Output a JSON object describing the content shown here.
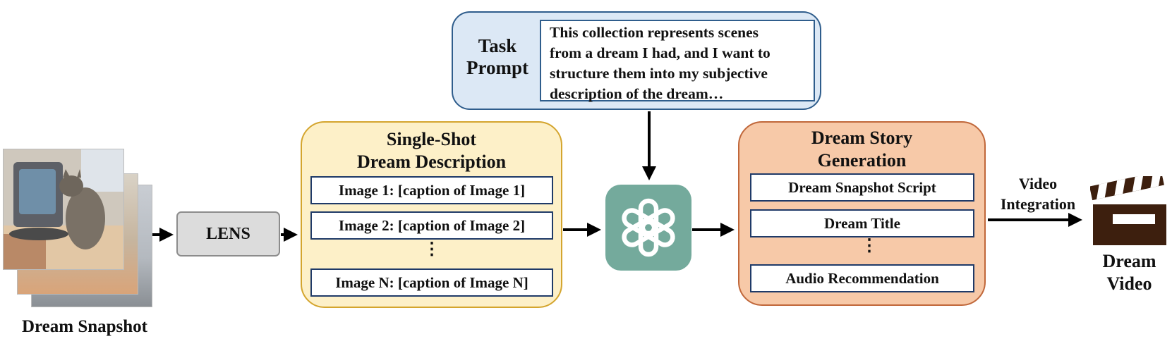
{
  "task_prompt": {
    "label_line1": "Task",
    "label_line2": "Prompt",
    "text_lines": [
      "This collection represents scenes",
      "from a dream I had, and I want to",
      "structure them into my subjective",
      "description of the dream…"
    ]
  },
  "snapshot": {
    "caption": "Dream Snapshot"
  },
  "lens": {
    "label": "LENS"
  },
  "single_shot": {
    "title_line1": "Single-Shot",
    "title_line2": "Dream Description",
    "items": [
      "Image 1: [caption of Image 1]",
      "Image 2: [caption of Image 2]",
      "⋮",
      "Image N: [caption of Image N]"
    ]
  },
  "story": {
    "title_line1": "Dream Story",
    "title_line2": "Generation",
    "items": [
      "Dream Snapshot Script",
      "Dream Title",
      "⋮",
      "Audio  Recommendation"
    ]
  },
  "video_integration": {
    "line1": "Video",
    "line2": "Integration"
  },
  "dream_video": {
    "line1": "Dream",
    "line2": "Video"
  },
  "icons": [
    "openai-logo-icon",
    "clapperboard-icon"
  ],
  "colors": {
    "task_fill": "#dce8f5",
    "task_border": "#2f5d8c",
    "single_fill": "#fdf0c8",
    "single_border": "#d4a52e",
    "story_fill": "#f7c9a8",
    "story_border": "#c0673a",
    "lens_fill": "#dcdcdc",
    "gpt_fill": "#74aa9c",
    "clapper": "#3d1f0e"
  }
}
